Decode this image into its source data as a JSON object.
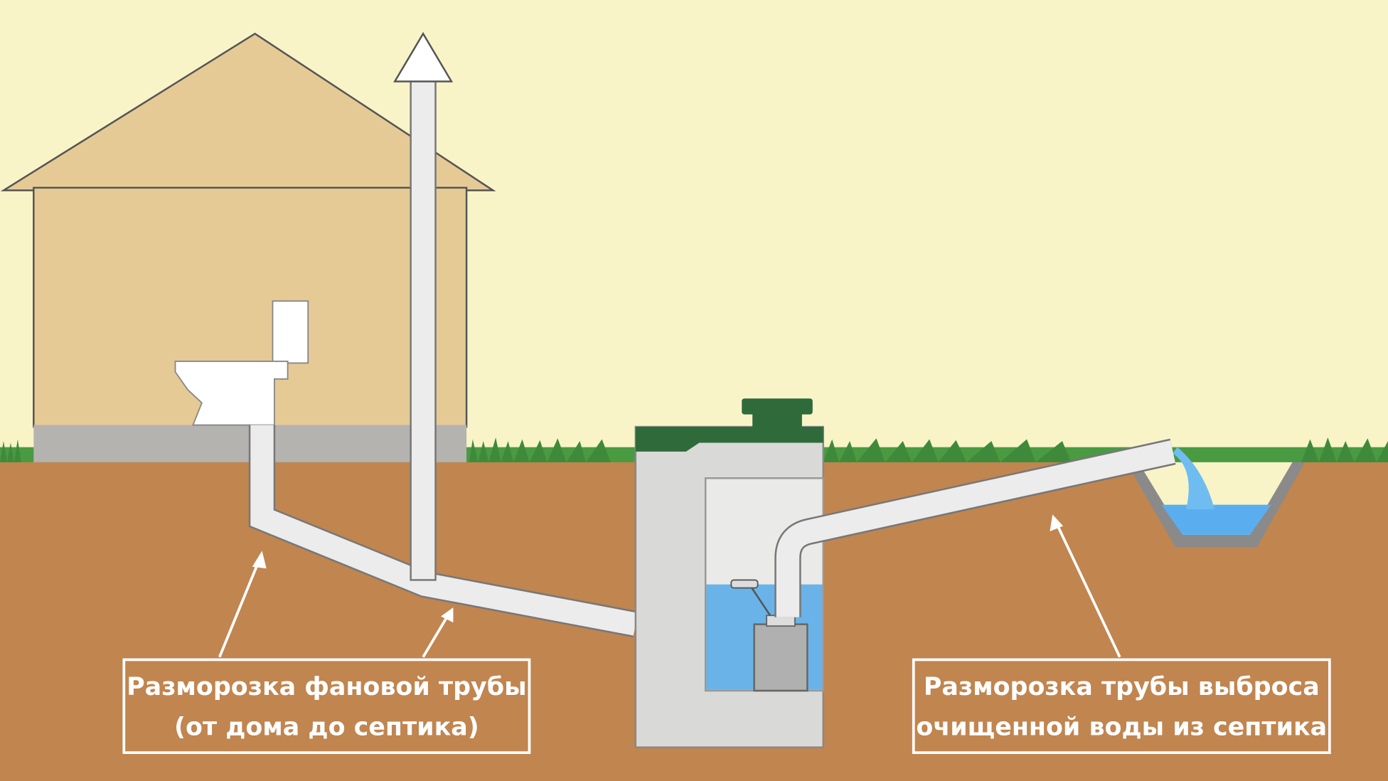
{
  "labels": {
    "left": {
      "line1": "Разморозка фановой трубы",
      "line2": "(от дома до септика)"
    },
    "right": {
      "line1": "Разморозка трубы выброса",
      "line2": "очищенной воды из септика"
    }
  },
  "colors": {
    "sky": "#f8f4c8",
    "ground": "#c1854f",
    "house": "#e6ca95",
    "grass": "#3f8a3a",
    "tank": "#d9d9d7",
    "lid": "#2f6b3a",
    "water": "#69b3e8",
    "pipe": "#ececec"
  }
}
